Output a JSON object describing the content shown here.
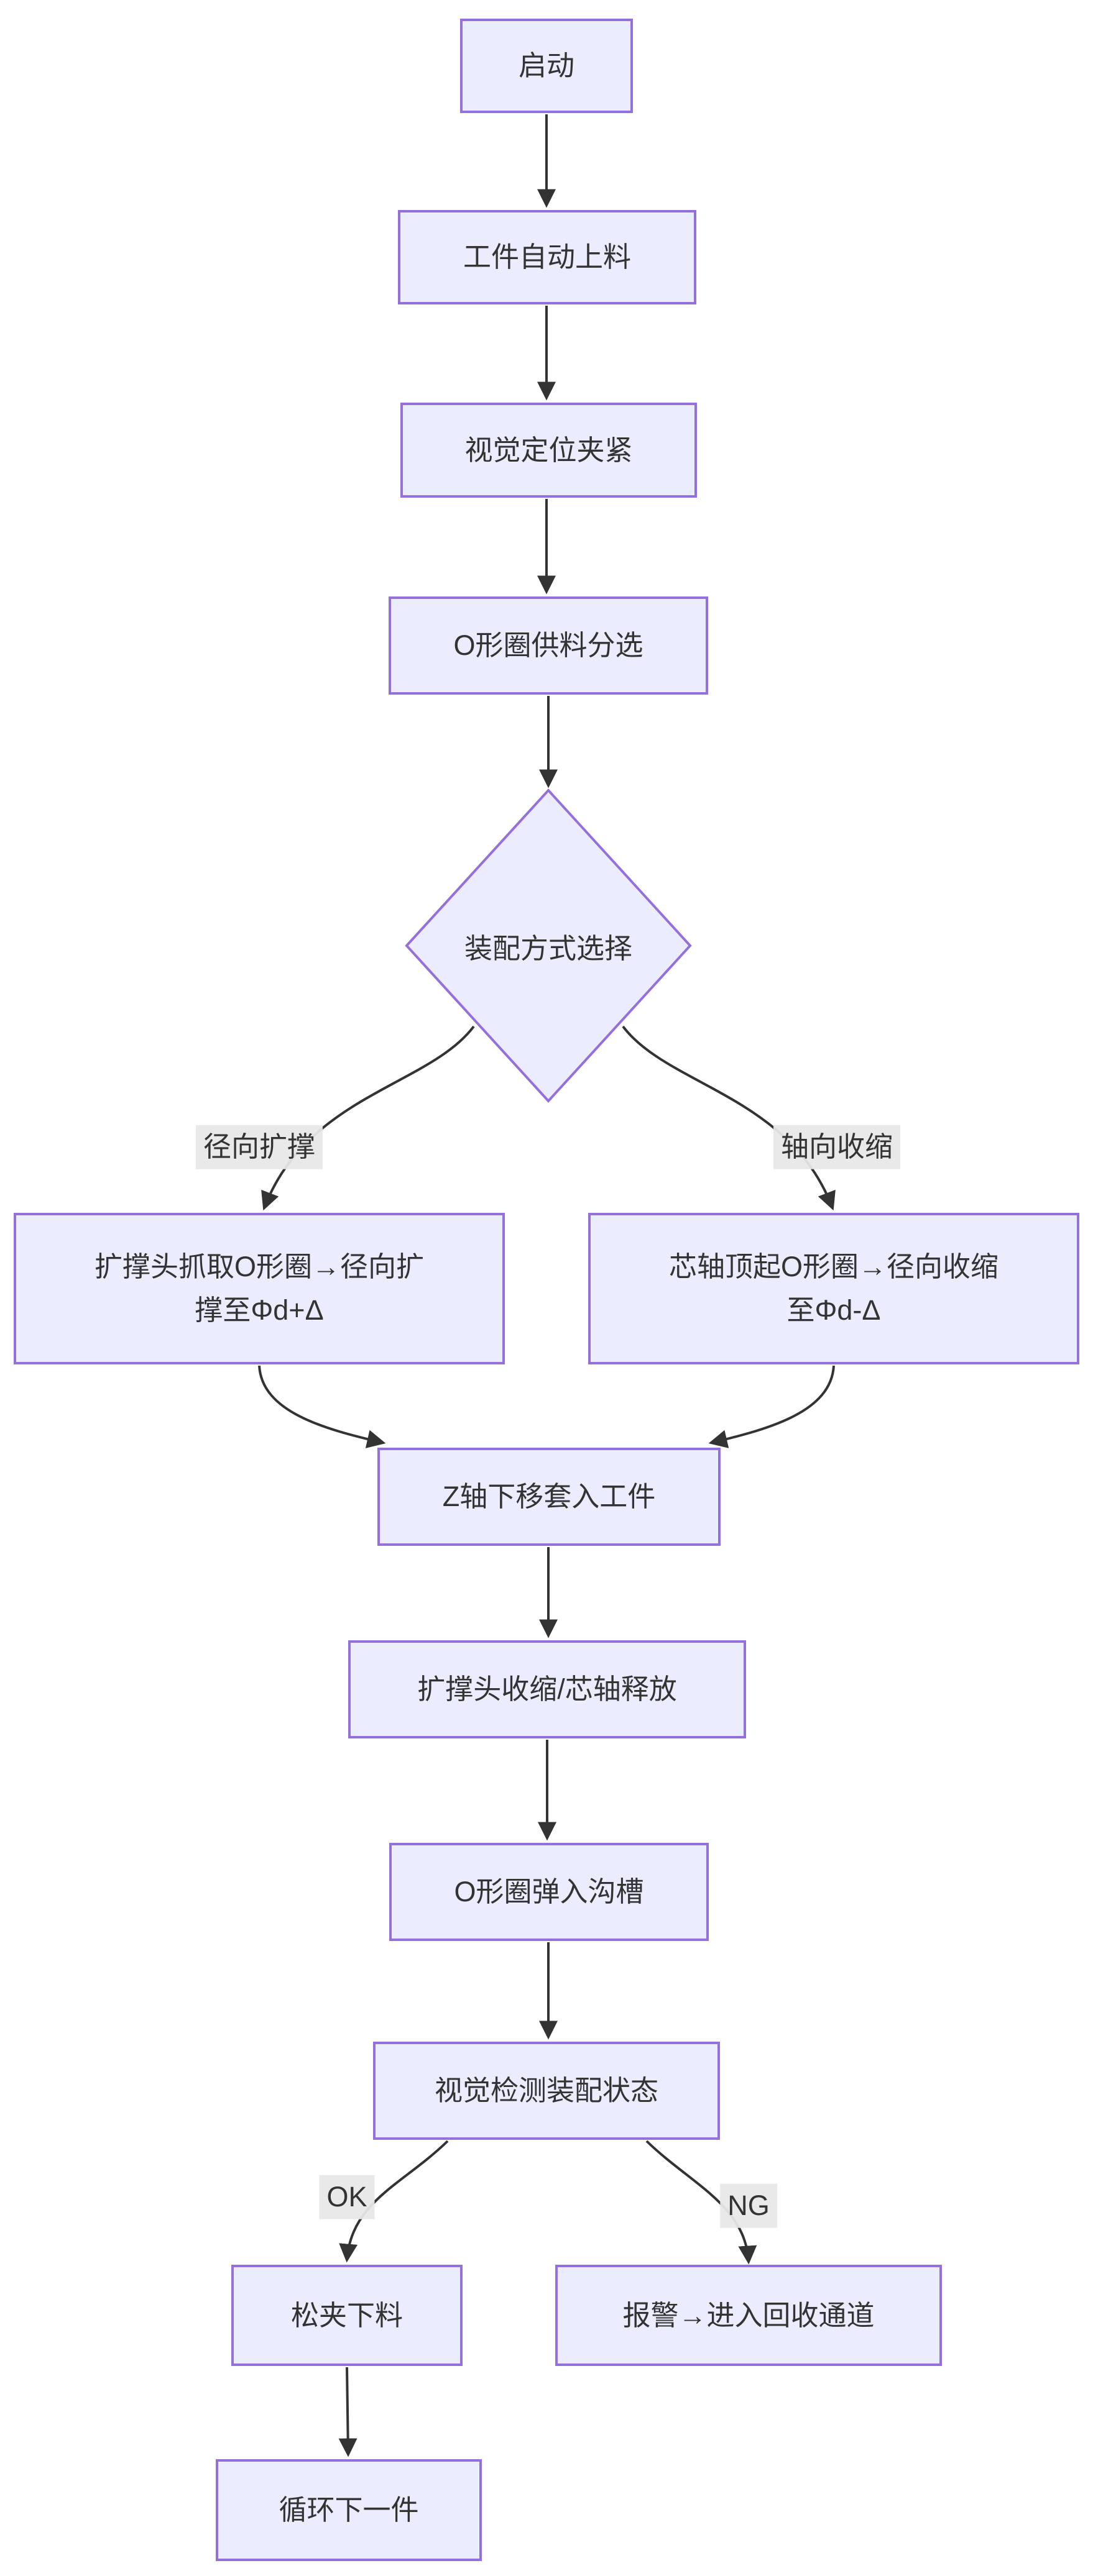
{
  "flowchart": {
    "nodes": {
      "start": {
        "label": "启动"
      },
      "load": {
        "label": "工件自动上料"
      },
      "clamp": {
        "label": "视觉定位夹紧"
      },
      "feed": {
        "label": "O形圈供料分选"
      },
      "decision": {
        "label": "装配方式选择"
      },
      "expand": {
        "lines": [
          "扩撑头抓取O形圈→径向扩",
          "撑至Φd+Δ"
        ]
      },
      "shrink": {
        "lines": [
          "芯轴顶起O形圈→径向收缩",
          "至Φd-Δ"
        ]
      },
      "insert": {
        "label": "Z轴下移套入工件"
      },
      "release": {
        "label": "扩撑头收缩/芯轴释放"
      },
      "snap": {
        "label": "O形圈弹入沟槽"
      },
      "inspect": {
        "label": "视觉检测装配状态"
      },
      "unload": {
        "label": "松夹下料"
      },
      "alarm": {
        "label": "报警→进入回收通道"
      },
      "next": {
        "label": "循环下一件"
      }
    },
    "edge_labels": {
      "radial": "径向扩撑",
      "axial": "轴向收缩",
      "ok": "OK",
      "ng": "NG"
    },
    "colors": {
      "node_fill": "#ECECFF",
      "node_border": "#9370DB",
      "edge": "#333333",
      "edge_label_bg": "#e8e8e8",
      "text": "#333333",
      "background": "#ffffff"
    }
  }
}
